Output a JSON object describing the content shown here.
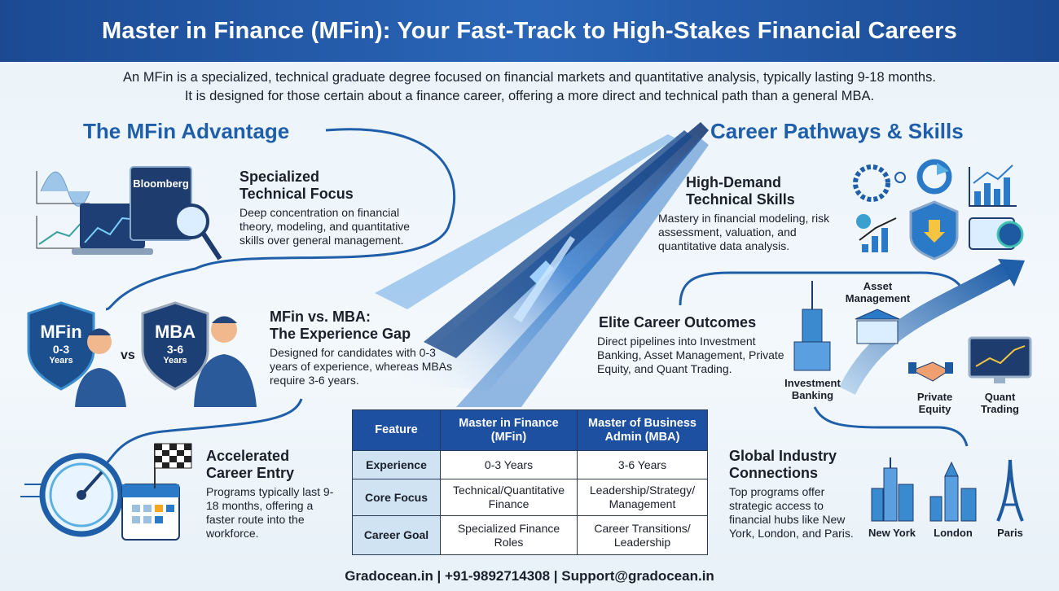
{
  "header": {
    "title": "Master in Finance (MFin): Your Fast-Track to High-Stakes Financial Careers"
  },
  "intro": {
    "line1": "An MFin is a specialized, technical graduate degree focused on financial markets and quantitative analysis, typically lasting 9-18 months.",
    "line2": "It is designed for those certain about a finance career, offering a more direct and technical path than a general MBA."
  },
  "left": {
    "section_title": "The MFin Advantage",
    "items": [
      {
        "title_1": "Specialized",
        "title_2": "Technical Focus",
        "desc": "Deep concentration on financial theory, modeling, and quantitative skills over general management."
      },
      {
        "title_1": "MFin vs. MBA:",
        "title_2": "The Experience Gap",
        "desc": "Designed for candidates with 0-3 years of experience, whereas MBAs require 3-6 years."
      },
      {
        "title_1": "Accelerated",
        "title_2": "Career Entry",
        "desc": "Programs typically last 9-18 months, offering a faster route into the workforce."
      }
    ],
    "illus": {
      "bloomberg": "Bloomberg",
      "mfin_badge": "MFin",
      "mfin_years": "0-3",
      "mba_badge": "MBA",
      "mba_years": "3-6",
      "years": "Years",
      "vs": "vs"
    }
  },
  "right": {
    "section_title": "Career Pathways & Skills",
    "items": [
      {
        "title_1": "High-Demand",
        "title_2": "Technical Skills",
        "desc": "Mastery in financial modeling, risk assessment, valuation, and quantitative data analysis."
      },
      {
        "title_1": "Elite Career Outcomes",
        "desc": "Direct pipelines into Investment Banking, Asset Management, Private Equity, and Quant Trading."
      },
      {
        "title_1": "Global Industry",
        "title_2": "Connections",
        "desc": "Top programs offer strategic access to financial hubs like New York, London, and Paris."
      }
    ],
    "careers": {
      "ib_1": "Investment",
      "ib_2": "Banking",
      "am_1": "Asset",
      "am_2": "Management",
      "pe_1": "Private",
      "pe_2": "Equity",
      "qt_1": "Quant",
      "qt_2": "Trading"
    },
    "cities": [
      "New York",
      "London",
      "Paris"
    ]
  },
  "table": {
    "headers": [
      "Feature",
      "Master in Finance (MFin)",
      "Master of Business Admin (MBA)"
    ],
    "rows": [
      [
        "Experience",
        "0-3 Years",
        "3-6 Years"
      ],
      [
        "Core Focus",
        "Technical/Quantitative Finance",
        "Leadership/Strategy/ Management"
      ],
      [
        "Career Goal",
        "Specialized Finance Roles",
        "Career Transitions/ Leadership"
      ]
    ]
  },
  "footer": {
    "contact": "Gradocean.in | +91-9892714308 | Support@gradocean.in"
  },
  "colors": {
    "brand": "#1e50a2",
    "accent": "#1f5ea8",
    "header": "#2a66b8"
  }
}
